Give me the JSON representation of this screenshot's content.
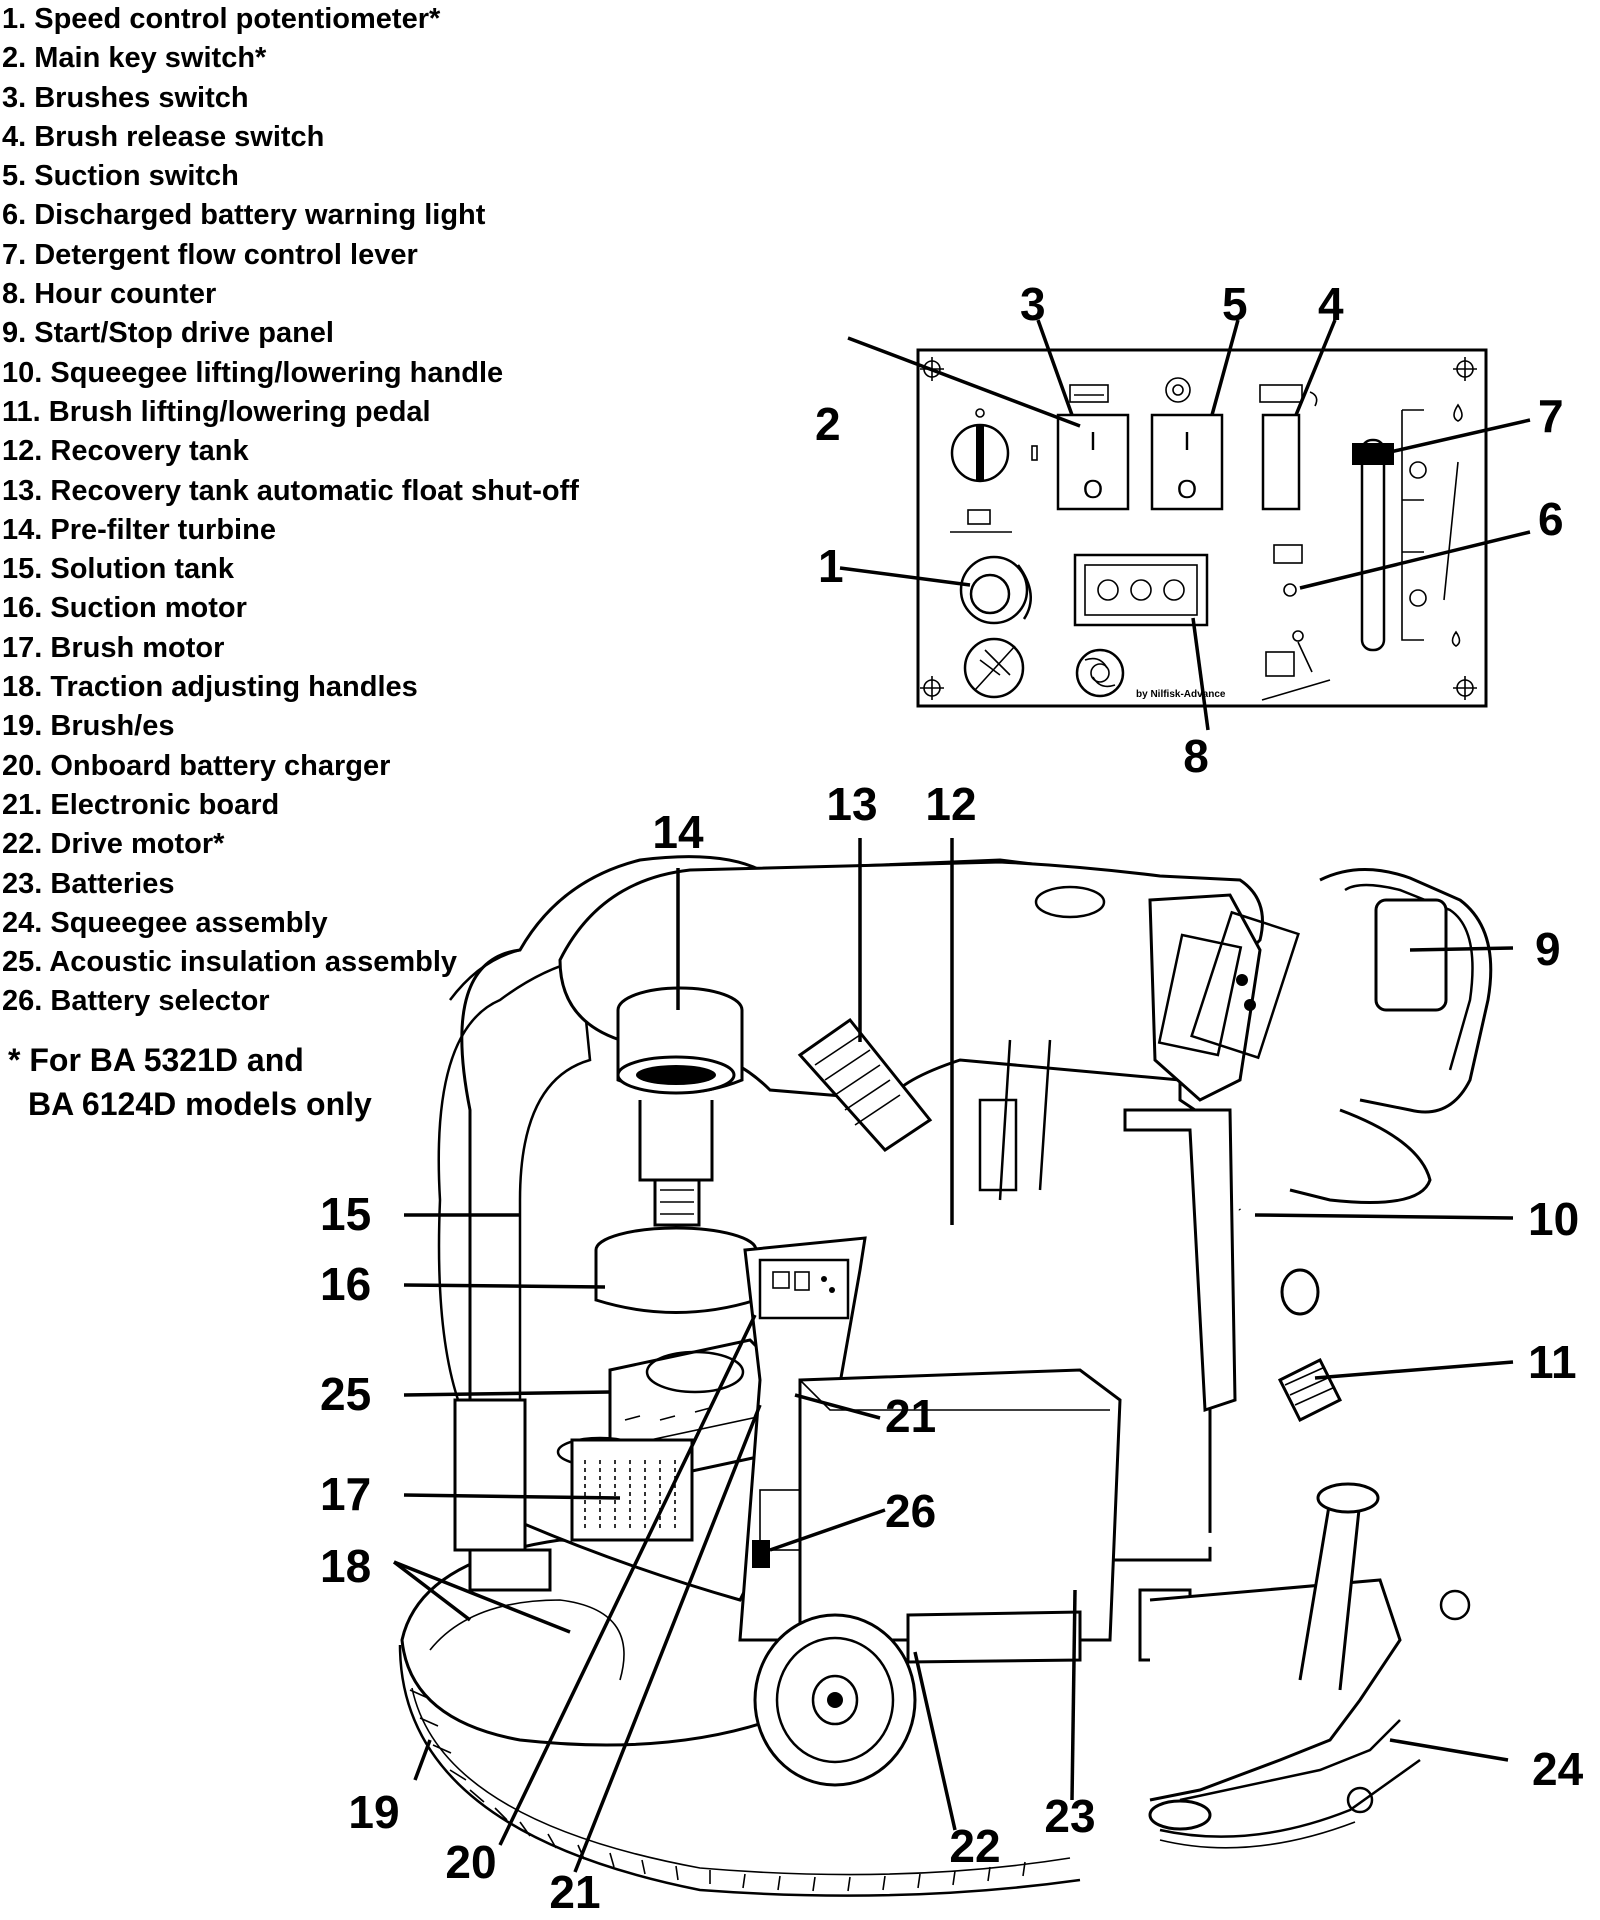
{
  "legend": [
    "1. Speed control potentiometer*",
    "2. Main key switch*",
    "3. Brushes switch",
    "4. Brush release switch",
    "5. Suction switch",
    "6. Discharged battery warning light",
    "7. Detergent flow control lever",
    "8. Hour counter",
    "9. Start/Stop drive panel",
    "10. Squeegee lifting/lowering handle",
    "11. Brush lifting/lowering pedal",
    "12. Recovery tank",
    "13. Recovery tank automatic float shut-off",
    "14. Pre-filter turbine",
    "15. Solution tank",
    "16. Suction motor",
    "17. Brush motor",
    "18. Traction adjusting handles",
    "19. Brush/es",
    "20. Onboard battery charger",
    "21. Electronic board",
    "22. Drive motor*",
    "23. Batteries",
    "24. Squeegee assembly",
    "25. Acoustic insulation assembly",
    "26. Battery selector"
  ],
  "note": {
    "line1": "* For BA 5321D and",
    "line2": "BA 6124D models only"
  },
  "panel": {
    "switch_on": "I",
    "switch_off": "O",
    "brand": "by Nilfisk-Advance"
  },
  "callouts": {
    "c1": "1",
    "c2": "2",
    "c3": "3",
    "c4": "4",
    "c5": "5",
    "c6": "6",
    "c7": "7",
    "c8": "8",
    "c9": "9",
    "c10": "10",
    "c11": "11",
    "c12": "12",
    "c13": "13",
    "c14": "14",
    "c15": "15",
    "c16": "16",
    "c17": "17",
    "c18": "18",
    "c19": "19",
    "c20": "20",
    "c21a": "21",
    "c21b": "21",
    "c22": "22",
    "c23": "23",
    "c24": "24",
    "c25": "25",
    "c26": "26"
  }
}
